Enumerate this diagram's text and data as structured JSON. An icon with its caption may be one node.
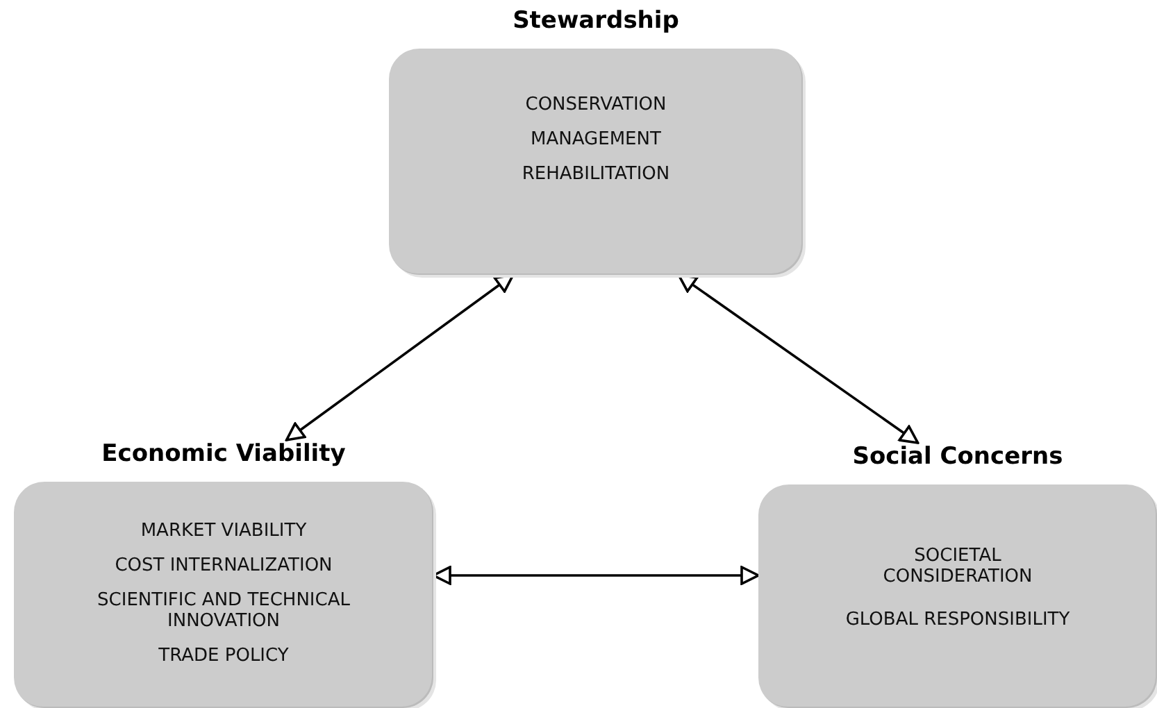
{
  "diagram": {
    "nodes": [
      {
        "text": [
          "Stewardship",
          "CONSERVATION",
          "MANAGEMENT",
          "REHABILITATION"
        ]
      },
      {
        "text": [
          "Economic Viability",
          "MARKET VIABILITY",
          "COST INTERNALIZATION",
          "SCIENTIFIC AND TECHNICAL INNOVATION",
          "TRADE POLICY"
        ]
      },
      {
        "text": [
          "Social Concerns",
          "SOCIETAL CONSIDERATION",
          "GLOBAL RESPONSIBILITY"
        ]
      }
    ],
    "edges": [
      {
        "from": 0,
        "to": 1,
        "arrow": "both"
      },
      {
        "from": 0,
        "to": 2,
        "arrow": "both"
      },
      {
        "from": 1,
        "to": 2,
        "arrow": "both"
      }
    ]
  }
}
